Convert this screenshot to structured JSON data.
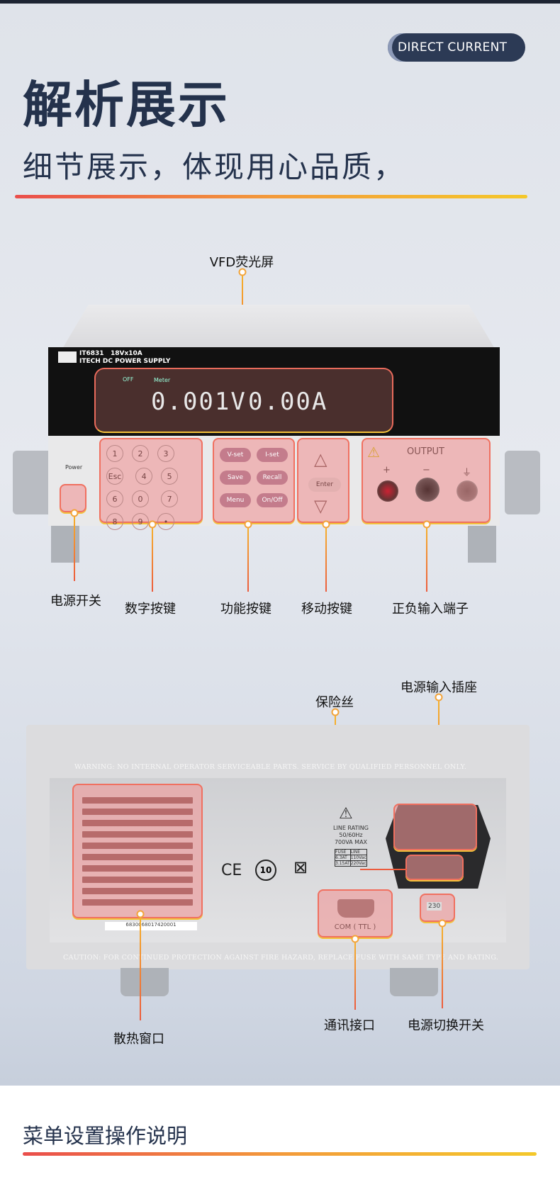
{
  "header": {
    "badge": "DIRECT CURRENT",
    "title": "解析展示",
    "subtitle": "细节展示，体现用心品质，"
  },
  "front": {
    "callout_top": "VFD荧光屏",
    "model": "IT6831",
    "rating": "18Vx10A",
    "brand_line": "ITECH DC POWER SUPPLY",
    "display": {
      "status": "OFF",
      "mode": "Meter",
      "voltage": "0.001V",
      "current": "0.00A"
    },
    "power_label": "Power",
    "keys": [
      "1",
      "2",
      "3",
      "Esc",
      "4",
      "5",
      "6",
      "0",
      "7",
      "8",
      "9",
      "•"
    ],
    "function_keys": [
      "V-set",
      "I-set",
      "Save",
      "Recall",
      "Menu",
      "On/Off"
    ],
    "enter_key": "Enter",
    "output_label": "OUTPUT",
    "terminal_signs": [
      "+",
      "−",
      "⏚"
    ],
    "callouts": [
      "电源开关",
      "数字按键",
      "功能按键",
      "移动按键",
      "正负输入端子"
    ]
  },
  "rear": {
    "callouts_top": [
      "保险丝",
      "电源输入插座"
    ],
    "warning": "WARNING:  NO INTERNAL OPERATOR SERVICEABLE PARTS. SERVICE BY QUALIFIED PERSONNEL ONLY.",
    "caution": "CAUTION:  FOR CONTINUED PROTECTION AGAINST FIRE HAZARD, REPLACE FUSE WITH SAME TYPE AND RATING.",
    "line_rating": [
      "LINE RATING",
      "50/60Hz",
      "700VA MAX"
    ],
    "fuse_table": [
      [
        "FUSE",
        "LINE"
      ],
      [
        "6.3AT",
        "110Vac"
      ],
      [
        "3.15AT",
        "220Vac"
      ]
    ],
    "marks": [
      "CE",
      "10"
    ],
    "com_label": "COM ( TTL )",
    "switch_value": "230",
    "barcode": "6830068017420001",
    "callouts_bottom": [
      "散热窗口",
      "通讯接口",
      "电源切换开关"
    ]
  },
  "footer": {
    "title": "菜单设置操作说明"
  }
}
